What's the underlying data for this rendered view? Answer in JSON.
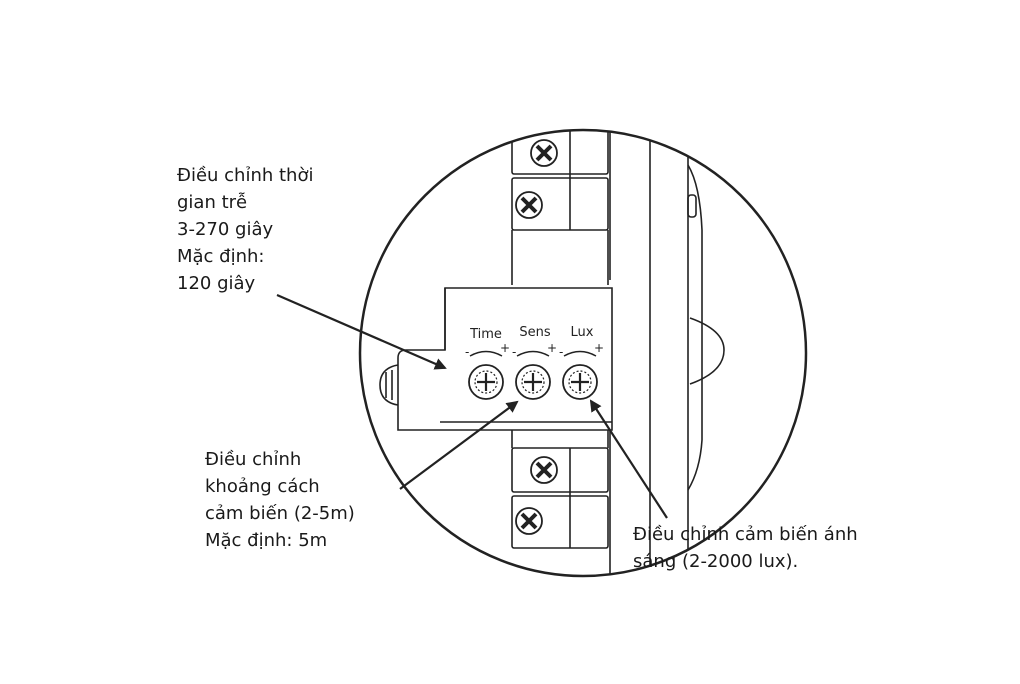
{
  "knob_labels": {
    "time": "Time",
    "sens": "Sens",
    "lux": "Lux"
  },
  "knob_sign_minus": "-",
  "knob_sign_plus": "+",
  "callouts": {
    "time": [
      "Điều chỉnh thời",
      "gian trễ",
      "3-270 giây",
      "Mặc định:",
      "120 giây"
    ],
    "sens": [
      "Điều chỉnh",
      "khoảng cách",
      "cảm biến (2-5m)",
      "Mặc định: 5m"
    ],
    "lux": [
      "Điều chỉnh cảm biến ánh",
      "sáng (2-2000 lux)."
    ]
  },
  "colors": {
    "line": "#222222",
    "background": "#ffffff"
  }
}
